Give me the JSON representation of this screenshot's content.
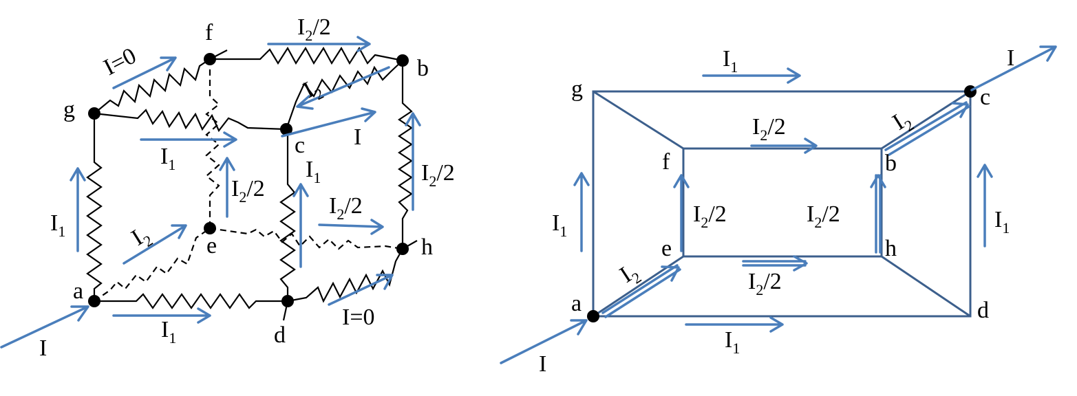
{
  "colors": {
    "arrow": "#4a7ebb",
    "edge": "#3c5f8c",
    "wire": "#000000"
  },
  "left": {
    "nodes": {
      "a": "a",
      "b": "b",
      "c": "c",
      "d": "d",
      "e": "e",
      "f": "f",
      "g": "g",
      "h": "h"
    },
    "currents": {
      "input": "I",
      "output": "I",
      "gf": "I=0",
      "dh": "I=0",
      "fb_main": "I",
      "fb_sub": "2",
      "fb_tail": "/2",
      "bc_main": "I",
      "bc_sub": "2",
      "gc_main": "I",
      "gc_sub": "1",
      "ec_main": "I",
      "ec_sub": "2",
      "ec_tail": "/2",
      "cd_main": "I",
      "cd_sub": "1",
      "hb_main": "I",
      "hb_sub": "2",
      "hb_tail": "/2",
      "eh_main": "I",
      "eh_sub": "2",
      "eh_tail": "/2",
      "ae_main": "I",
      "ae_sub": "2",
      "ag_main": "I",
      "ag_sub": "1",
      "ad_main": "I",
      "ad_sub": "1"
    }
  },
  "right": {
    "nodes": {
      "a": "a",
      "b": "b",
      "c": "c",
      "d": "d",
      "e": "e",
      "f": "f",
      "g": "g",
      "h": "h"
    },
    "currents": {
      "input": "I",
      "output": "I",
      "gc_main": "I",
      "gc_sub": "1",
      "fb_main": "I",
      "fb_sub": "2",
      "fb_tail": "/2",
      "bc_main": "I",
      "bc_sub": "2",
      "ag_main": "I",
      "ag_sub": "1",
      "ef_main": "I",
      "ef_sub": "2",
      "ef_tail": "/2",
      "hb_main": "I",
      "hb_sub": "2",
      "hb_tail": "/2",
      "dc_main": "I",
      "dc_sub": "1",
      "ae_main": "I",
      "ae_sub": "2",
      "eh_main": "I",
      "eh_sub": "2",
      "eh_tail": "/2",
      "ad_main": "I",
      "ad_sub": "1"
    }
  }
}
